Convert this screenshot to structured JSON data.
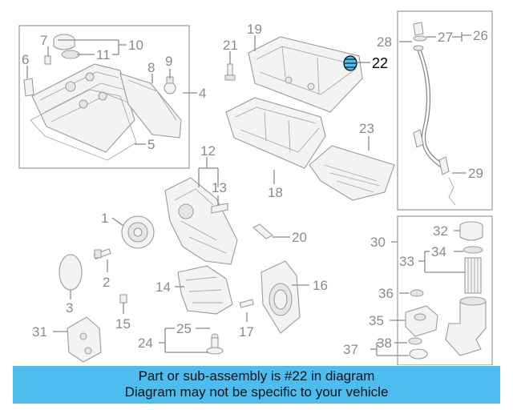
{
  "callouts": {
    "n1": "1",
    "n2": "2",
    "n3": "3",
    "n4": "4",
    "n5": "5",
    "n6": "6",
    "n7": "7",
    "n8": "8",
    "n9": "9",
    "n10": "10",
    "n11": "11",
    "n12": "12",
    "n13": "13",
    "n14": "14",
    "n15": "15",
    "n16": "16",
    "n17": "17",
    "n18": "18",
    "n19": "19",
    "n20": "20",
    "n21": "21",
    "n22": "22",
    "n23": "23",
    "n24": "24",
    "n25": "25",
    "n26": "26",
    "n27": "27",
    "n28": "28",
    "n29": "29",
    "n30": "30",
    "n31": "31",
    "n32": "32",
    "n33": "33",
    "n34": "34",
    "n35": "35",
    "n36": "36",
    "n37": "37",
    "n38": "38"
  },
  "highlight": {
    "part_number": "22",
    "color": "#4dbdf0"
  },
  "banner": {
    "line1": "Part or sub-assembly is #22 in diagram",
    "line2": "Diagram may not be specific to your vehicle",
    "background": "#4dbdf0"
  }
}
